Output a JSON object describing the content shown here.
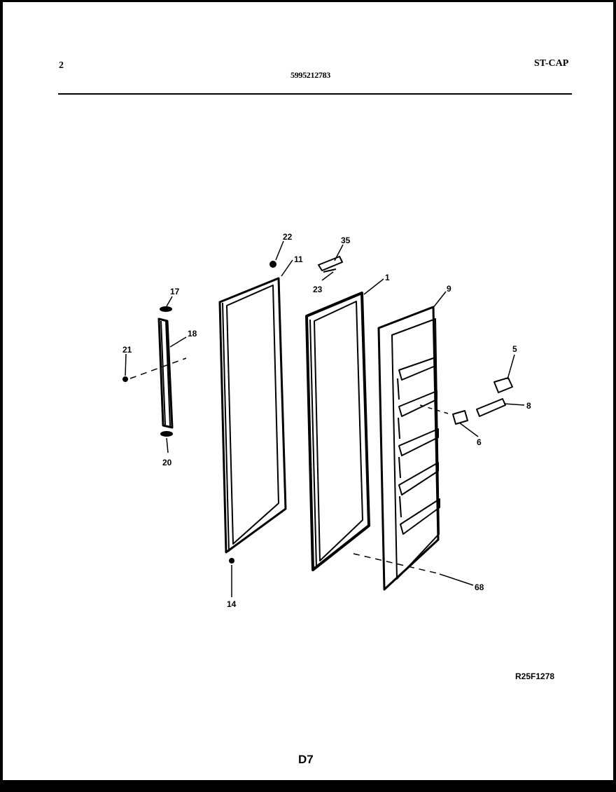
{
  "header": {
    "page_number": "2",
    "model_number": "5995212783",
    "section_code": "ST-CAP"
  },
  "diagram": {
    "callouts": [
      "22",
      "11",
      "35",
      "23",
      "1",
      "17",
      "18",
      "9",
      "21",
      "5",
      "8",
      "6",
      "20",
      "14",
      "68"
    ]
  },
  "footer": {
    "ref_code": "R25F1278",
    "page_id": "D7"
  }
}
